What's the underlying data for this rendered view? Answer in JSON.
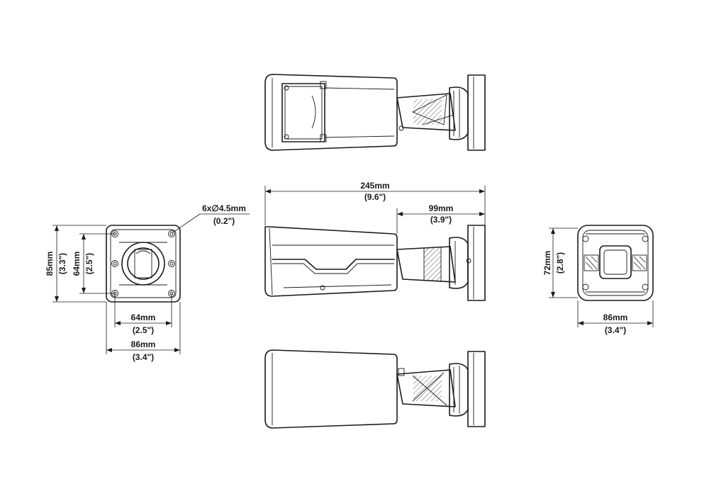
{
  "dimensions": {
    "overall_length": {
      "metric": "245mm",
      "imperial": "(9.6\")"
    },
    "bracket_length": {
      "metric": "99mm",
      "imperial": "(3.9\")"
    },
    "hole_spec": {
      "metric": "6x∅4.5mm",
      "imperial": "(0.2\")"
    },
    "mount_height_outer": {
      "metric": "85mm",
      "imperial": "(3.3\")"
    },
    "mount_height_inner": {
      "metric": "64mm",
      "imperial": "(2.5\")"
    },
    "mount_width_inner": {
      "metric": "64mm",
      "imperial": "(2.5\")"
    },
    "mount_width_outer": {
      "metric": "86mm",
      "imperial": "(3.4\")"
    },
    "front_height": {
      "metric": "72mm",
      "imperial": "(2.8\")"
    },
    "front_width": {
      "metric": "86mm",
      "imperial": "(3.4\")"
    }
  }
}
